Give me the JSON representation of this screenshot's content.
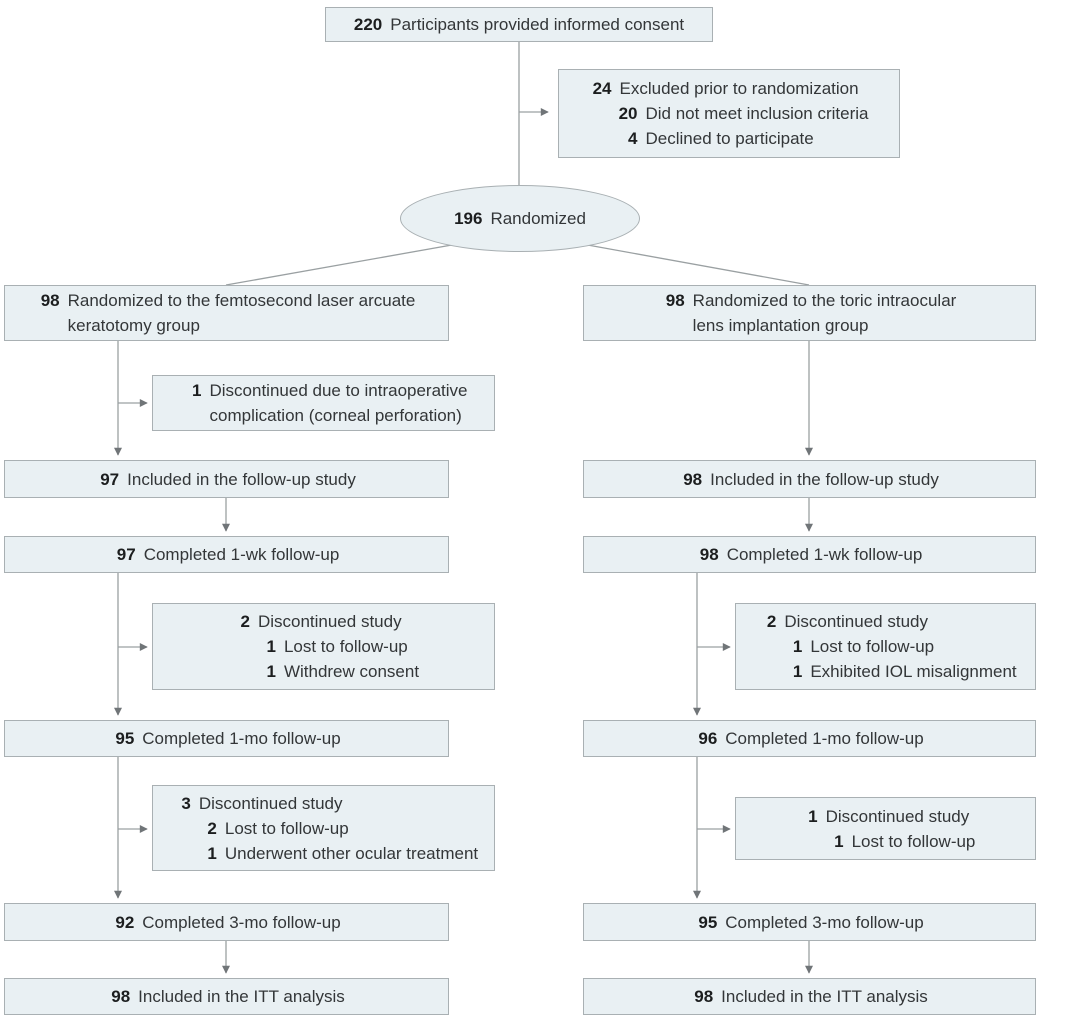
{
  "figure_type": "participant-flow-diagram",
  "colors": {
    "box_fill": "#e9f0f3",
    "box_border": "#a9b0b3",
    "connector": "#9aa0a2",
    "arrowhead": "#707578",
    "text": "#333638",
    "number": "#1c1e1f"
  },
  "flow": {
    "consent": {
      "n": "220",
      "label": "Participants provided informed consent"
    },
    "excluded_pre_randomization": {
      "lines": [
        {
          "n": "24",
          "label": "Excluded prior to randomization"
        },
        {
          "n": "20",
          "label": "Did not meet inclusion criteria"
        },
        {
          "n": "4",
          "label": "Declined to participate"
        }
      ]
    },
    "randomized": {
      "n": "196",
      "label": "Randomized"
    },
    "left_arm": {
      "assigned": {
        "n": "98",
        "label": "Randomized to the femtosecond laser arcuate\nkeratotomy group"
      },
      "intraop_discontinued": {
        "n": "1",
        "label": "Discontinued due to intraoperative\ncomplication (corneal perforation)"
      },
      "followup_included": {
        "n": "97",
        "label": "Included in the follow-up study"
      },
      "week1": {
        "n": "97",
        "label": "Completed 1-wk follow-up"
      },
      "discontinued_after_week1": {
        "lines": [
          {
            "n": "2",
            "label": "Discontinued study"
          },
          {
            "n": "1",
            "label": "Lost to follow-up"
          },
          {
            "n": "1",
            "label": "Withdrew consent"
          }
        ]
      },
      "month1": {
        "n": "95",
        "label": "Completed 1-mo follow-up"
      },
      "discontinued_after_month1": {
        "lines": [
          {
            "n": "3",
            "label": "Discontinued study"
          },
          {
            "n": "2",
            "label": "Lost to follow-up"
          },
          {
            "n": "1",
            "label": "Underwent other ocular treatment"
          }
        ]
      },
      "month3": {
        "n": "92",
        "label": "Completed 3-mo follow-up"
      },
      "itt": {
        "n": "98",
        "label": "Included in the ITT analysis"
      }
    },
    "right_arm": {
      "assigned": {
        "n": "98",
        "label": "Randomized to the toric intraocular\nlens implantation group"
      },
      "followup_included": {
        "n": "98",
        "label": "Included in the follow-up study"
      },
      "week1": {
        "n": "98",
        "label": "Completed 1-wk follow-up"
      },
      "discontinued_after_week1": {
        "lines": [
          {
            "n": "2",
            "label": "Discontinued study"
          },
          {
            "n": "1",
            "label": "Lost to follow-up"
          },
          {
            "n": "1",
            "label": "Exhibited IOL misalignment"
          }
        ]
      },
      "month1": {
        "n": "96",
        "label": "Completed 1-mo follow-up"
      },
      "discontinued_after_month1": {
        "lines": [
          {
            "n": "1",
            "label": "Discontinued study"
          },
          {
            "n": "1",
            "label": "Lost to follow-up"
          }
        ]
      },
      "month3": {
        "n": "95",
        "label": "Completed 3-mo follow-up"
      },
      "itt": {
        "n": "98",
        "label": "Included in the ITT analysis"
      }
    }
  }
}
